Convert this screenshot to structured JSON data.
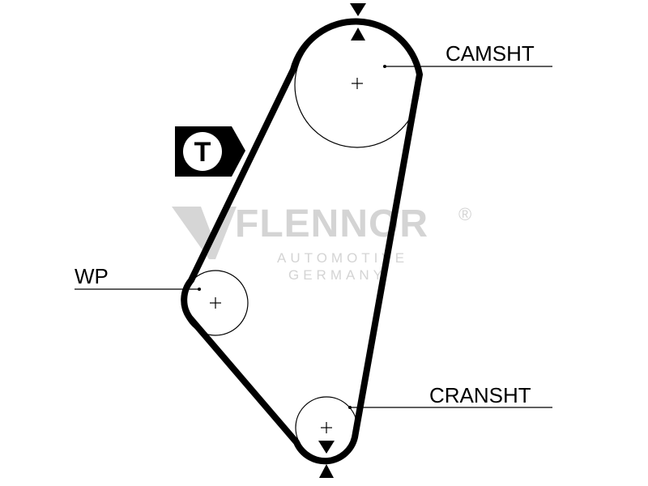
{
  "labels": {
    "camshaft": "CAMSHT",
    "water_pump": "WP",
    "crankshaft": "CRANSHT"
  },
  "tensioner": {
    "symbol": "T"
  },
  "watermark": {
    "brand": "FLENNOR",
    "registered": "®",
    "line1": "AUTOMOTIVE",
    "line2": "GERMANY"
  },
  "colors": {
    "belt": "#000000",
    "pulley": "#000000",
    "background": "#ffffff",
    "watermark": "#d4d4d4"
  }
}
